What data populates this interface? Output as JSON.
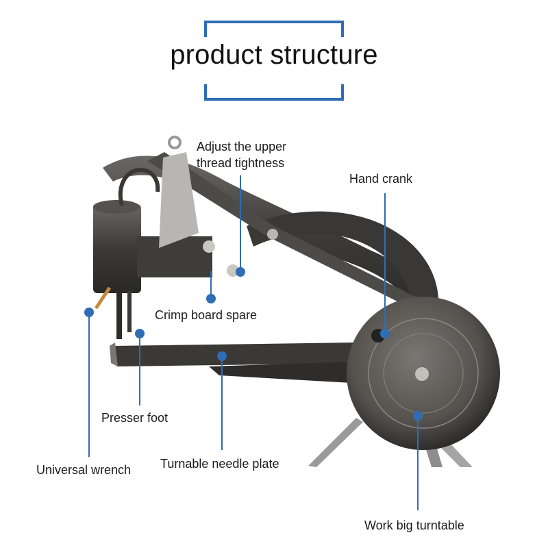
{
  "title": "product structure",
  "accent_color": "#2f6db5",
  "labels": {
    "adjust_thread": [
      "Adjust the upper",
      "thread tightness"
    ],
    "hand_crank": "Hand crank",
    "crimp_board": "Crimp board spare",
    "presser_foot": "Presser foot",
    "universal_wrench": "Universal wrench",
    "needle_plate": "Turnable needle plate",
    "work_turntable": "Work big turntable"
  }
}
